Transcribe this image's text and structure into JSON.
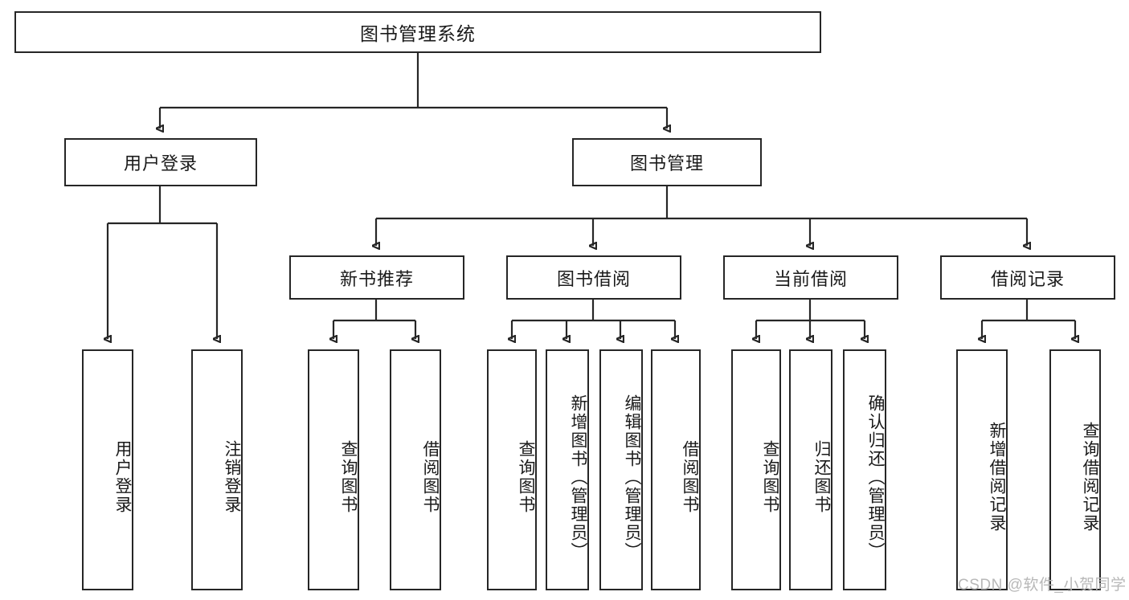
{
  "diagram": {
    "type": "tree-hierarchy",
    "title": "图书管理系统",
    "root": {
      "id": "root",
      "label": "图书管理系统"
    },
    "level2": [
      {
        "id": "user-login",
        "label": "用户登录"
      },
      {
        "id": "book-management",
        "label": "图书管理"
      }
    ],
    "level3": [
      {
        "id": "new-book-recommend",
        "label": "新书推荐",
        "parent": "book-management"
      },
      {
        "id": "book-borrow",
        "label": "图书借阅",
        "parent": "book-management"
      },
      {
        "id": "current-borrow",
        "label": "当前借阅",
        "parent": "book-management"
      },
      {
        "id": "borrow-record",
        "label": "借阅记录",
        "parent": "book-management"
      }
    ],
    "leaves": {
      "user_login": [
        {
          "id": "leaf-user-login",
          "label": "用户登录"
        },
        {
          "id": "leaf-user-logout",
          "label": "注销登录"
        }
      ],
      "new_book_recommend": [
        {
          "id": "leaf-query-book-1",
          "label": "查询图书"
        },
        {
          "id": "leaf-borrow-book-1",
          "label": "借阅图书"
        }
      ],
      "book_borrow": [
        {
          "id": "leaf-query-book-2",
          "label": "查询图书"
        },
        {
          "id": "leaf-add-book",
          "label": "新增图书（管理员）"
        },
        {
          "id": "leaf-edit-book",
          "label": "编辑图书（管理员）"
        },
        {
          "id": "leaf-borrow-book-2",
          "label": "借阅图书"
        }
      ],
      "current_borrow": [
        {
          "id": "leaf-query-book-3",
          "label": "查询图书"
        },
        {
          "id": "leaf-return-book",
          "label": "归还图书"
        },
        {
          "id": "leaf-confirm-return",
          "label": "确认归还（管理员）"
        }
      ],
      "borrow_record": [
        {
          "id": "leaf-add-record",
          "label": "新增借阅记录"
        },
        {
          "id": "leaf-query-record",
          "label": "查询借阅记录"
        }
      ]
    }
  },
  "watermark": {
    "text": "CSDN @软件_小贺同学"
  },
  "colors": {
    "border": "#262626",
    "text": "#1a1a1a",
    "background": "#ffffff",
    "watermark": "#b8b8b8"
  }
}
